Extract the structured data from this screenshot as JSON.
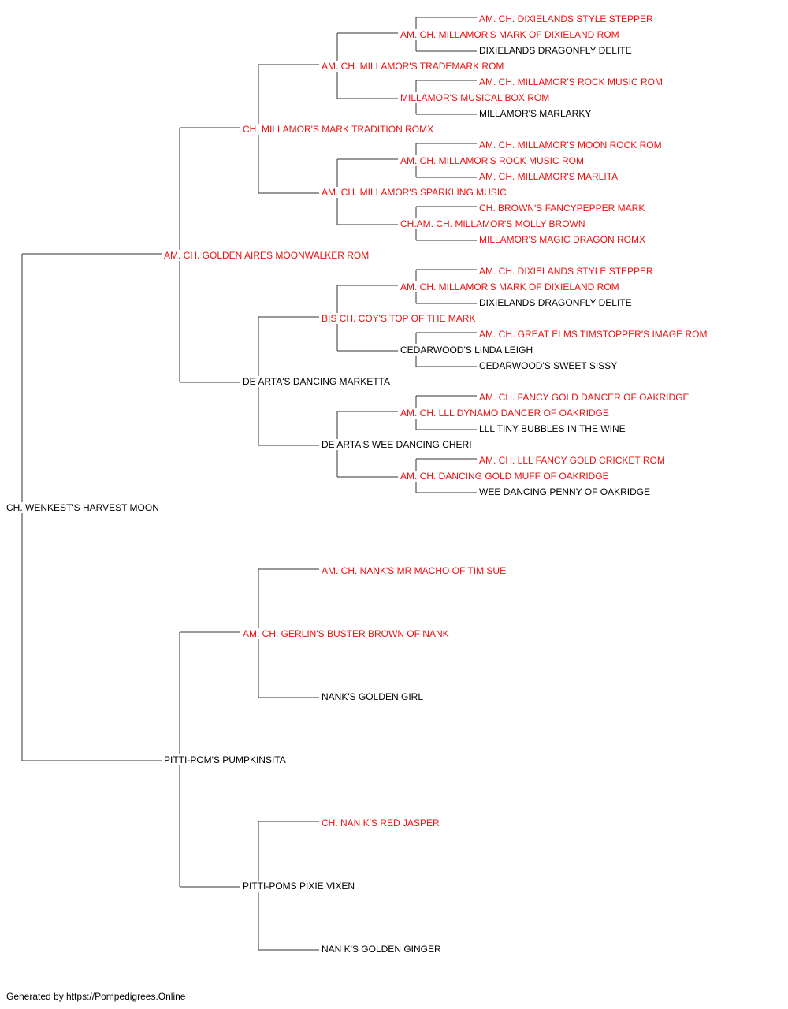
{
  "colors": {
    "champion": "#ee1111",
    "regular": "#000000",
    "connector": "#333333"
  },
  "pedigree": {
    "subject": {
      "name": "CH. WENKEST'S HARVEST MOON",
      "champion": false
    },
    "sire": {
      "name": "AM. CH. GOLDEN AIRES MOONWALKER ROM",
      "champion": true
    },
    "dam": {
      "name": "PITTI-POM'S PUMPKINSITA",
      "champion": false
    },
    "sire_sire": {
      "name": "CH. MILLAMOR'S MARK TRADITION ROMX",
      "champion": true
    },
    "sire_dam": {
      "name": "DE ARTA'S DANCING MARKETTA",
      "champion": false
    },
    "dam_sire": {
      "name": "AM. CH. GERLIN'S BUSTER BROWN OF NANK",
      "champion": true
    },
    "dam_dam": {
      "name": "PITTI-POMS PIXIE VIXEN",
      "champion": false
    },
    "ss_sire": {
      "name": "AM. CH. MILLAMOR'S TRADEMARK ROM",
      "champion": true
    },
    "ss_dam": {
      "name": "AM. CH. MILLAMOR'S SPARKLING MUSIC",
      "champion": true
    },
    "sd_sire": {
      "name": "BIS CH. COY'S TOP OF THE MARK",
      "champion": true
    },
    "sd_dam": {
      "name": "DE ARTA'S WEE DANCING CHERI",
      "champion": false
    },
    "ds_sire": {
      "name": "AM. CH. NANK'S MR MACHO OF TIM SUE",
      "champion": true
    },
    "ds_dam": {
      "name": "NANK'S GOLDEN GIRL",
      "champion": false
    },
    "dd_sire": {
      "name": "CH. NAN K'S RED JASPER",
      "champion": true
    },
    "dd_dam": {
      "name": "NAN K'S GOLDEN GINGER",
      "champion": false
    },
    "g4": [
      {
        "name": "AM. CH. MILLAMOR'S MARK OF DIXIELAND ROM",
        "champion": true
      },
      {
        "name": "MILLAMOR'S MUSICAL BOX ROM",
        "champion": true
      },
      {
        "name": "AM. CH. MILLAMOR'S ROCK MUSIC ROM",
        "champion": true
      },
      {
        "name": "CH.AM. CH. MILLAMOR'S MOLLY BROWN",
        "champion": true
      },
      {
        "name": "AM. CH. MILLAMOR'S MARK OF DIXIELAND ROM",
        "champion": true
      },
      {
        "name": "CEDARWOOD'S LINDA LEIGH",
        "champion": false
      },
      {
        "name": "AM. CH. LLL DYNAMO DANCER OF OAKRIDGE",
        "champion": true
      },
      {
        "name": "AM. CH. DANCING GOLD MUFF OF OAKRIDGE",
        "champion": true
      }
    ],
    "g5": [
      {
        "name": "AM. CH. DIXIELANDS STYLE STEPPER",
        "champion": true
      },
      {
        "name": "DIXIELANDS DRAGONFLY DELITE",
        "champion": false
      },
      {
        "name": "AM. CH. MILLAMOR'S ROCK MUSIC ROM",
        "champion": true
      },
      {
        "name": "MILLAMOR'S MARLARKY",
        "champion": false
      },
      {
        "name": "AM. CH. MILLAMOR'S MOON ROCK ROM",
        "champion": true
      },
      {
        "name": "AM. CH. MILLAMOR'S MARLITA",
        "champion": true
      },
      {
        "name": "CH. BROWN'S FANCYPEPPER MARK",
        "champion": true
      },
      {
        "name": "MILLAMOR'S MAGIC DRAGON ROMX",
        "champion": true
      },
      {
        "name": "AM. CH. DIXIELANDS STYLE STEPPER",
        "champion": true
      },
      {
        "name": "DIXIELANDS DRAGONFLY DELITE",
        "champion": false
      },
      {
        "name": "AM. CH. GREAT ELMS TIMSTOPPER'S IMAGE ROM",
        "champion": true
      },
      {
        "name": "CEDARWOOD'S SWEET SISSY",
        "champion": false
      },
      {
        "name": "AM. CH. FANCY GOLD DANCER OF OAKRIDGE",
        "champion": true
      },
      {
        "name": "LLL TINY BUBBLES IN THE WINE",
        "champion": false
      },
      {
        "name": "AM. CH. LLL FANCY GOLD CRICKET ROM",
        "champion": true
      },
      {
        "name": "WEE DANCING PENNY OF OAKRIDGE",
        "champion": false
      }
    ]
  },
  "footer": "Generated by https://Pompedigrees.Online"
}
